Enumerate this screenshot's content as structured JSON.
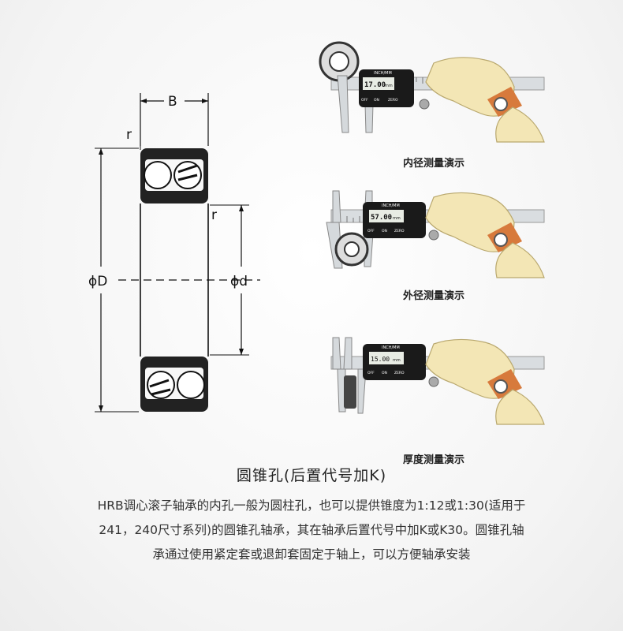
{
  "diagram": {
    "labels": {
      "width": "B",
      "radius_top": "r",
      "radius_inner": "r",
      "outer_diameter": "ϕD",
      "inner_diameter": "ϕd"
    }
  },
  "demos": [
    {
      "caption": "内径测量演示",
      "reading": "17.00",
      "unit": "mm",
      "brand": "INCH/MM"
    },
    {
      "caption": "外径测量演示",
      "reading": "57.00",
      "unit": "mm",
      "brand": "INCH/MM"
    },
    {
      "caption": "厚度测量演示",
      "reading": "15.00",
      "unit": "mm",
      "brand": "INCH/MM"
    }
  ],
  "caliper_buttons": {
    "off": "OFF",
    "on": "ON",
    "zero": "ZERO"
  },
  "title": "圆锥孔(后置代号加K)",
  "description": [
    "HRB调心滚子轴承的内孔一般为圆柱孔，也可以提供锥度为1:12或1:30(适用于",
    "241，240尺寸系列)的圆锥孔轴承，其在轴承后置代号中加K或K30。圆锥孔轴",
    "承通过使用紧定套或退卸套固定于轴上，可以方便轴承安装"
  ],
  "colors": {
    "display": "#1a1a1a",
    "screen": "#e8ece4",
    "glove": "#f3e6b5",
    "cuff": "#d77a3c"
  }
}
